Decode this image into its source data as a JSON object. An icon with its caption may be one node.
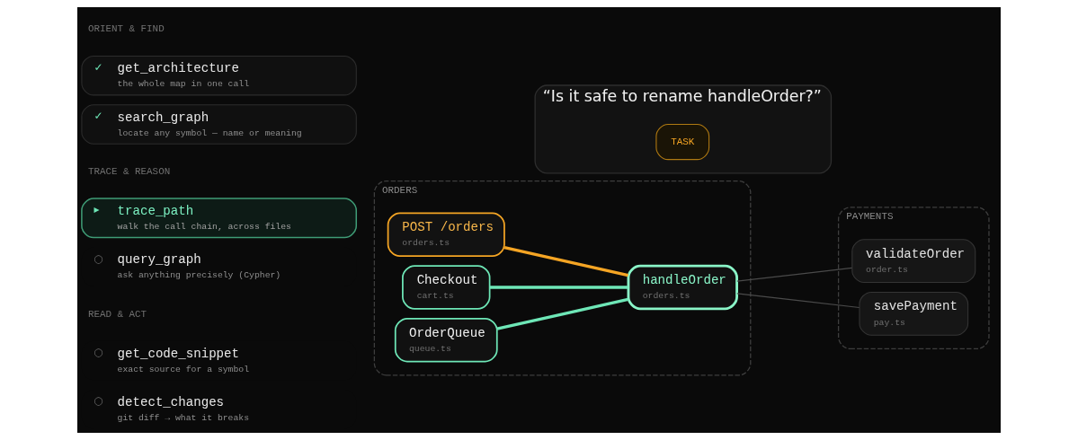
{
  "diagram": {
    "nodes": [
      {
        "text": [
          "✓",
          "get_architecture",
          "the whole map in one call"
        ]
      },
      {
        "text": [
          "✓",
          "search_graph",
          "locate any symbol — name or meaning"
        ]
      },
      {
        "text": [
          "▸",
          "trace_path",
          "walk the call chain, across files"
        ]
      },
      {
        "text": [
          "○",
          "query_graph",
          "ask anything precisely (Cypher)"
        ]
      },
      {
        "text": [
          "○",
          "get_code_snippet",
          "exact source for a symbol"
        ]
      },
      {
        "text": [
          "○",
          "detect_changes",
          "git diff → what it breaks"
        ]
      },
      {
        "text": [
          "“Is it safe to rename handleOrder?”"
        ]
      },
      {
        "text": [
          "TASK"
        ],
        "in": 6
      },
      {
        "text": [
          "ORDERS"
        ]
      },
      {
        "text": [
          "POST /orders",
          "orders.ts"
        ],
        "in": 8
      },
      {
        "text": [
          "Checkout",
          "cart.ts"
        ],
        "in": 8
      },
      {
        "text": [
          "handleOrder",
          "orders.ts"
        ],
        "in": 8
      },
      {
        "text": [
          "OrderQueue",
          "queue.ts"
        ],
        "in": 8
      },
      {
        "text": [
          "PAYMENTS"
        ]
      },
      {
        "text": [
          "validateOrder",
          "order.ts"
        ],
        "in": 13
      },
      {
        "text": [
          "savePayment",
          "pay.ts"
        ],
        "in": 13
      }
    ],
    "edges": [
      {
        "from": 9,
        "to": 11,
        "arrow": "none",
        "color": "#f5a524"
      },
      {
        "from": 10,
        "to": 11,
        "arrow": "none"
      },
      {
        "from": 12,
        "to": 11,
        "arrow": "none"
      },
      {
        "from": 11,
        "to": 14,
        "arrow": "none",
        "color": "#4a4a4a"
      },
      {
        "from": 11,
        "to": 15,
        "arrow": "none",
        "color": "#4a4a4a"
      }
    ],
    "labels": [
      "ORIENT & FIND",
      "TRACE & REASON",
      "READ & ACT"
    ]
  }
}
